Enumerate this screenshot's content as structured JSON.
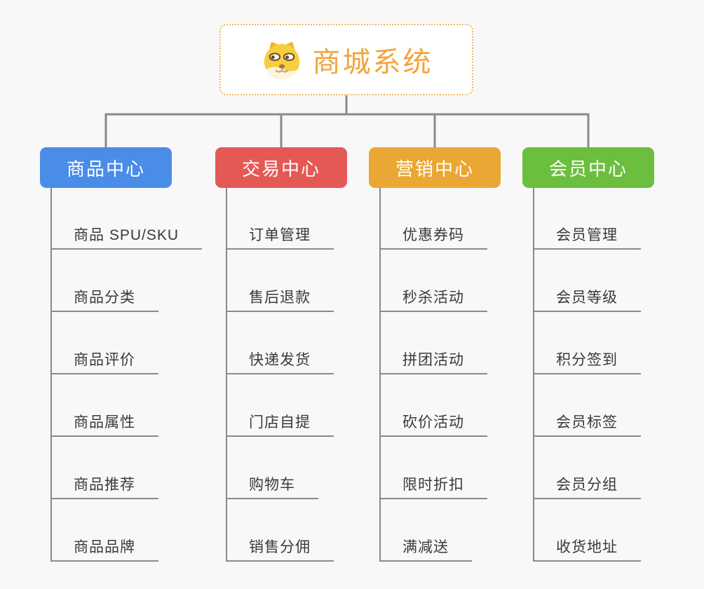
{
  "root": {
    "title": "商城系统",
    "icon": "dog-face-icon"
  },
  "branches": [
    {
      "label": "商品中心",
      "color": "#4A8DE9",
      "items": [
        "商品 SPU/SKU",
        "商品分类",
        "商品评价",
        "商品属性",
        "商品推荐",
        "商品品牌"
      ]
    },
    {
      "label": "交易中心",
      "color": "#E55955",
      "items": [
        "订单管理",
        "售后退款",
        "快递发货",
        "门店自提",
        "购物车",
        "销售分佣"
      ]
    },
    {
      "label": "营销中心",
      "color": "#EBA733",
      "items": [
        "优惠券码",
        "秒杀活动",
        "拼团活动",
        "砍价活动",
        "限时折扣",
        "满减送"
      ]
    },
    {
      "label": "会员中心",
      "color": "#6CBE3F",
      "items": [
        "会员管理",
        "会员等级",
        "积分签到",
        "会员标签",
        "会员分组",
        "收货地址"
      ]
    }
  ],
  "colors": {
    "background": "#f8f8f8",
    "connector": "#8a8a8a",
    "root_text": "#F2A43D",
    "root_border": "#F3B764",
    "dog_head": "#F8CE3E",
    "dog_ear": "#F0B42C",
    "dog_muzzle": "#FCF4DF"
  }
}
